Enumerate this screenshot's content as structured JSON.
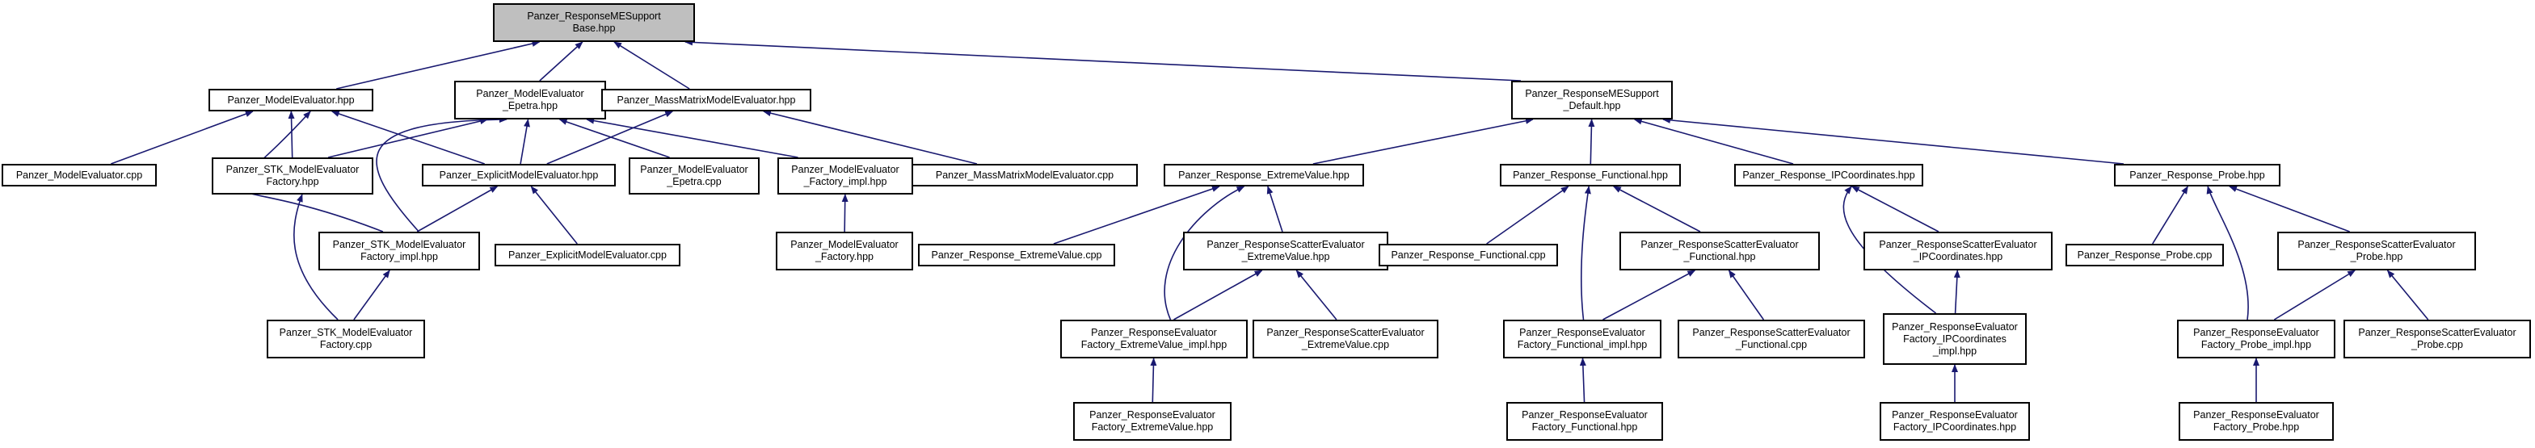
{
  "graph": {
    "nodes": [
      {
        "id": "root",
        "lines": [
          "Panzer_ResponseMESupport",
          "Base.hpp"
        ],
        "root": true
      },
      {
        "id": "model_eval_hpp",
        "lines": [
          "Panzer_ModelEvaluator.hpp"
        ]
      },
      {
        "id": "model_eval_epetra_hpp",
        "lines": [
          "Panzer_ModelEvaluator",
          "_Epetra.hpp"
        ]
      },
      {
        "id": "mass_matrix_hpp",
        "lines": [
          "Panzer_MassMatrixModelEvaluator.hpp"
        ]
      },
      {
        "id": "mes_default",
        "lines": [
          "Panzer_ResponseMESupport",
          "_Default.hpp"
        ]
      },
      {
        "id": "model_eval_cpp",
        "lines": [
          "Panzer_ModelEvaluator.cpp"
        ]
      },
      {
        "id": "stk_factory_hpp",
        "lines": [
          "Panzer_STK_ModelEvaluator",
          "Factory.hpp"
        ]
      },
      {
        "id": "explicit_hpp",
        "lines": [
          "Panzer_ExplicitModelEvaluator.hpp"
        ]
      },
      {
        "id": "model_eval_epetra_cpp",
        "lines": [
          "Panzer_ModelEvaluator",
          "_Epetra.cpp"
        ]
      },
      {
        "id": "model_eval_factory_impl",
        "lines": [
          "Panzer_ModelEvaluator",
          "_Factory_impl.hpp"
        ]
      },
      {
        "id": "mass_matrix_cpp",
        "lines": [
          "Panzer_MassMatrixModelEvaluator.cpp"
        ]
      },
      {
        "id": "stk_factory_impl",
        "lines": [
          "Panzer_STK_ModelEvaluator",
          "Factory_impl.hpp"
        ]
      },
      {
        "id": "explicit_cpp",
        "lines": [
          "Panzer_ExplicitModelEvaluator.cpp"
        ]
      },
      {
        "id": "model_eval_factory_hpp",
        "lines": [
          "Panzer_ModelEvaluator",
          "_Factory.hpp"
        ]
      },
      {
        "id": "stk_factory_cpp",
        "lines": [
          "Panzer_STK_ModelEvaluator",
          "Factory.cpp"
        ]
      },
      {
        "id": "extreme_hpp",
        "lines": [
          "Panzer_Response_ExtremeValue.hpp"
        ]
      },
      {
        "id": "functional_hpp",
        "lines": [
          "Panzer_Response_Functional.hpp"
        ]
      },
      {
        "id": "ipcoord_hpp",
        "lines": [
          "Panzer_Response_IPCoordinates.hpp"
        ]
      },
      {
        "id": "probe_hpp",
        "lines": [
          "Panzer_Response_Probe.hpp"
        ]
      },
      {
        "id": "extreme_cpp",
        "lines": [
          "Panzer_Response_ExtremeValue.cpp"
        ]
      },
      {
        "id": "scatter_extreme_hpp",
        "lines": [
          "Panzer_ResponseScatterEvaluator",
          "_ExtremeValue.hpp"
        ]
      },
      {
        "id": "functional_cpp",
        "lines": [
          "Panzer_Response_Functional.cpp"
        ]
      },
      {
        "id": "scatter_functional_hpp",
        "lines": [
          "Panzer_ResponseScatterEvaluator",
          "_Functional.hpp"
        ]
      },
      {
        "id": "scatter_ipcoord_hpp",
        "lines": [
          "Panzer_ResponseScatterEvaluator",
          "_IPCoordinates.hpp"
        ]
      },
      {
        "id": "probe_cpp",
        "lines": [
          "Panzer_Response_Probe.cpp"
        ]
      },
      {
        "id": "scatter_probe_hpp",
        "lines": [
          "Panzer_ResponseScatterEvaluator",
          "_Probe.hpp"
        ]
      },
      {
        "id": "factory_extreme_impl",
        "lines": [
          "Panzer_ResponseEvaluator",
          "Factory_ExtremeValue_impl.hpp"
        ]
      },
      {
        "id": "scatter_extreme_cpp",
        "lines": [
          "Panzer_ResponseScatterEvaluator",
          "_ExtremeValue.cpp"
        ]
      },
      {
        "id": "factory_functional_impl",
        "lines": [
          "Panzer_ResponseEvaluator",
          "Factory_Functional_impl.hpp"
        ]
      },
      {
        "id": "scatter_functional_cpp",
        "lines": [
          "Panzer_ResponseScatterEvaluator",
          "_Functional.cpp"
        ]
      },
      {
        "id": "factory_ipcoord_impl",
        "lines": [
          "Panzer_ResponseEvaluator",
          "Factory_IPCoordinates",
          "_impl.hpp"
        ]
      },
      {
        "id": "factory_probe_impl",
        "lines": [
          "Panzer_ResponseEvaluator",
          "Factory_Probe_impl.hpp"
        ]
      },
      {
        "id": "scatter_probe_cpp",
        "lines": [
          "Panzer_ResponseScatterEvaluator",
          "_Probe.cpp"
        ]
      },
      {
        "id": "factory_extreme_hpp",
        "lines": [
          "Panzer_ResponseEvaluator",
          "Factory_ExtremeValue.hpp"
        ]
      },
      {
        "id": "factory_functional_hpp",
        "lines": [
          "Panzer_ResponseEvaluator",
          "Factory_Functional.hpp"
        ]
      },
      {
        "id": "factory_ipcoord_hpp",
        "lines": [
          "Panzer_ResponseEvaluator",
          "Factory_IPCoordinates.hpp"
        ]
      },
      {
        "id": "factory_probe_hpp",
        "lines": [
          "Panzer_ResponseEvaluator",
          "Factory_Probe.hpp"
        ]
      }
    ],
    "edges": [
      {
        "from": "model_eval_hpp",
        "to": "root"
      },
      {
        "from": "model_eval_epetra_hpp",
        "to": "root"
      },
      {
        "from": "mass_matrix_hpp",
        "to": "root"
      },
      {
        "from": "mes_default",
        "to": "root"
      },
      {
        "from": "model_eval_cpp",
        "to": "model_eval_hpp"
      },
      {
        "from": "stk_factory_hpp",
        "to": "model_eval_hpp"
      },
      {
        "from": "explicit_hpp",
        "to": "model_eval_hpp"
      },
      {
        "from": "stk_factory_impl",
        "to": "model_eval_hpp"
      },
      {
        "from": "stk_factory_hpp",
        "to": "model_eval_epetra_hpp"
      },
      {
        "from": "explicit_hpp",
        "to": "model_eval_epetra_hpp"
      },
      {
        "from": "model_eval_epetra_cpp",
        "to": "model_eval_epetra_hpp"
      },
      {
        "from": "model_eval_factory_impl",
        "to": "model_eval_epetra_hpp"
      },
      {
        "from": "stk_factory_impl",
        "to": "model_eval_epetra_hpp"
      },
      {
        "from": "explicit_hpp",
        "to": "mass_matrix_hpp"
      },
      {
        "from": "mass_matrix_cpp",
        "to": "mass_matrix_hpp"
      },
      {
        "from": "stk_factory_cpp",
        "to": "stk_factory_hpp"
      },
      {
        "from": "stk_factory_impl",
        "to": "explicit_hpp"
      },
      {
        "from": "explicit_cpp",
        "to": "explicit_hpp"
      },
      {
        "from": "model_eval_factory_hpp",
        "to": "model_eval_factory_impl"
      },
      {
        "from": "stk_factory_cpp",
        "to": "stk_factory_impl"
      },
      {
        "from": "extreme_hpp",
        "to": "mes_default"
      },
      {
        "from": "functional_hpp",
        "to": "mes_default"
      },
      {
        "from": "ipcoord_hpp",
        "to": "mes_default"
      },
      {
        "from": "probe_hpp",
        "to": "mes_default"
      },
      {
        "from": "extreme_cpp",
        "to": "extreme_hpp"
      },
      {
        "from": "scatter_extreme_hpp",
        "to": "extreme_hpp"
      },
      {
        "from": "factory_extreme_impl",
        "to": "extreme_hpp"
      },
      {
        "from": "factory_extreme_impl",
        "to": "scatter_extreme_hpp"
      },
      {
        "from": "scatter_extreme_cpp",
        "to": "scatter_extreme_hpp"
      },
      {
        "from": "factory_extreme_hpp",
        "to": "factory_extreme_impl"
      },
      {
        "from": "functional_cpp",
        "to": "functional_hpp"
      },
      {
        "from": "scatter_functional_hpp",
        "to": "functional_hpp"
      },
      {
        "from": "factory_functional_impl",
        "to": "functional_hpp"
      },
      {
        "from": "factory_functional_impl",
        "to": "scatter_functional_hpp"
      },
      {
        "from": "scatter_functional_cpp",
        "to": "scatter_functional_hpp"
      },
      {
        "from": "factory_functional_hpp",
        "to": "factory_functional_impl"
      },
      {
        "from": "scatter_ipcoord_hpp",
        "to": "ipcoord_hpp"
      },
      {
        "from": "factory_ipcoord_impl",
        "to": "ipcoord_hpp"
      },
      {
        "from": "factory_ipcoord_impl",
        "to": "scatter_ipcoord_hpp"
      },
      {
        "from": "factory_ipcoord_hpp",
        "to": "factory_ipcoord_impl"
      },
      {
        "from": "probe_cpp",
        "to": "probe_hpp"
      },
      {
        "from": "scatter_probe_hpp",
        "to": "probe_hpp"
      },
      {
        "from": "factory_probe_impl",
        "to": "probe_hpp"
      },
      {
        "from": "factory_probe_impl",
        "to": "scatter_probe_hpp"
      },
      {
        "from": "scatter_probe_cpp",
        "to": "scatter_probe_hpp"
      },
      {
        "from": "factory_probe_hpp",
        "to": "factory_probe_impl"
      }
    ],
    "colors": {
      "edge": "#191970",
      "node_border": "#000000",
      "node_fill": "#ffffff",
      "root_fill": "#bfbfbf"
    }
  }
}
